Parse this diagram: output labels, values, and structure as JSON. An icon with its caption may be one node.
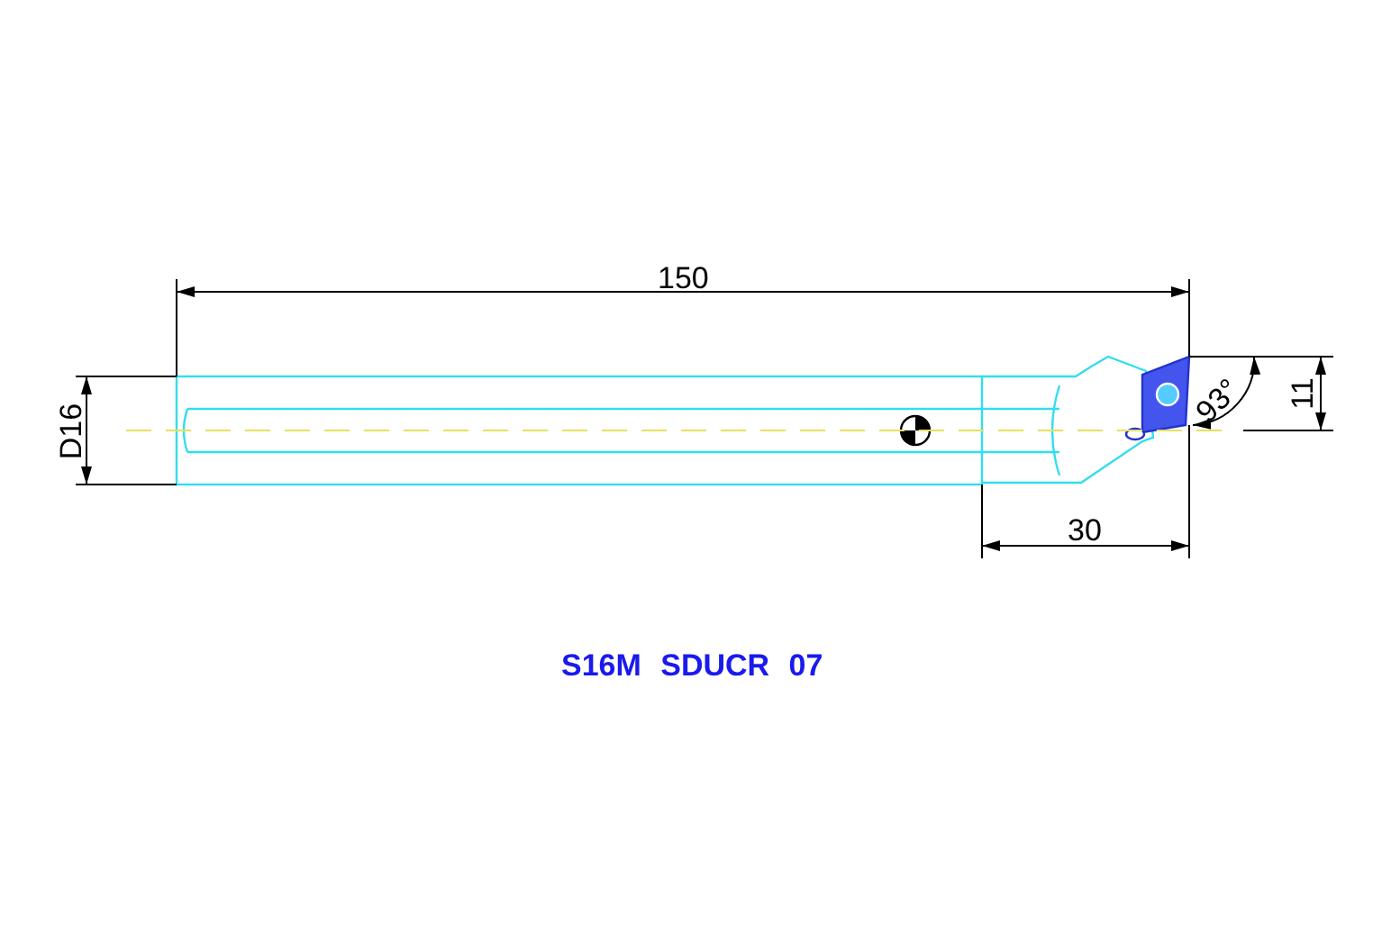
{
  "diagram": {
    "labels": [
      "150",
      "D16",
      "93°",
      "11",
      "30",
      "S16M SDUCR 07"
    ]
  }
}
